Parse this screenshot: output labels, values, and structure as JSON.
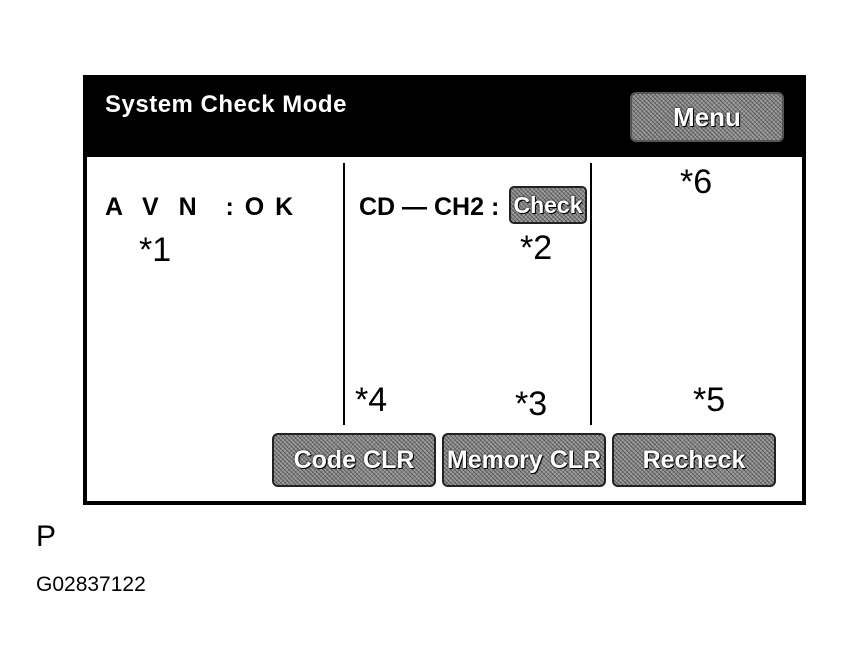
{
  "screen": {
    "title": "System Check Mode",
    "menu_button": "Menu"
  },
  "statuses": {
    "avn": "A  V  N   : O K",
    "cd": "CD — CH2 :",
    "check_button": "Check"
  },
  "markers": {
    "m1": "*1",
    "m2": "*2",
    "m3": "*3",
    "m4": "*4",
    "m5": "*5",
    "m6": "*6"
  },
  "buttons": {
    "code_clr": "Code CLR",
    "memory_clr": "Memory CLR",
    "recheck": "Recheck"
  },
  "figure": {
    "letter": "P",
    "id": "G02837122"
  }
}
